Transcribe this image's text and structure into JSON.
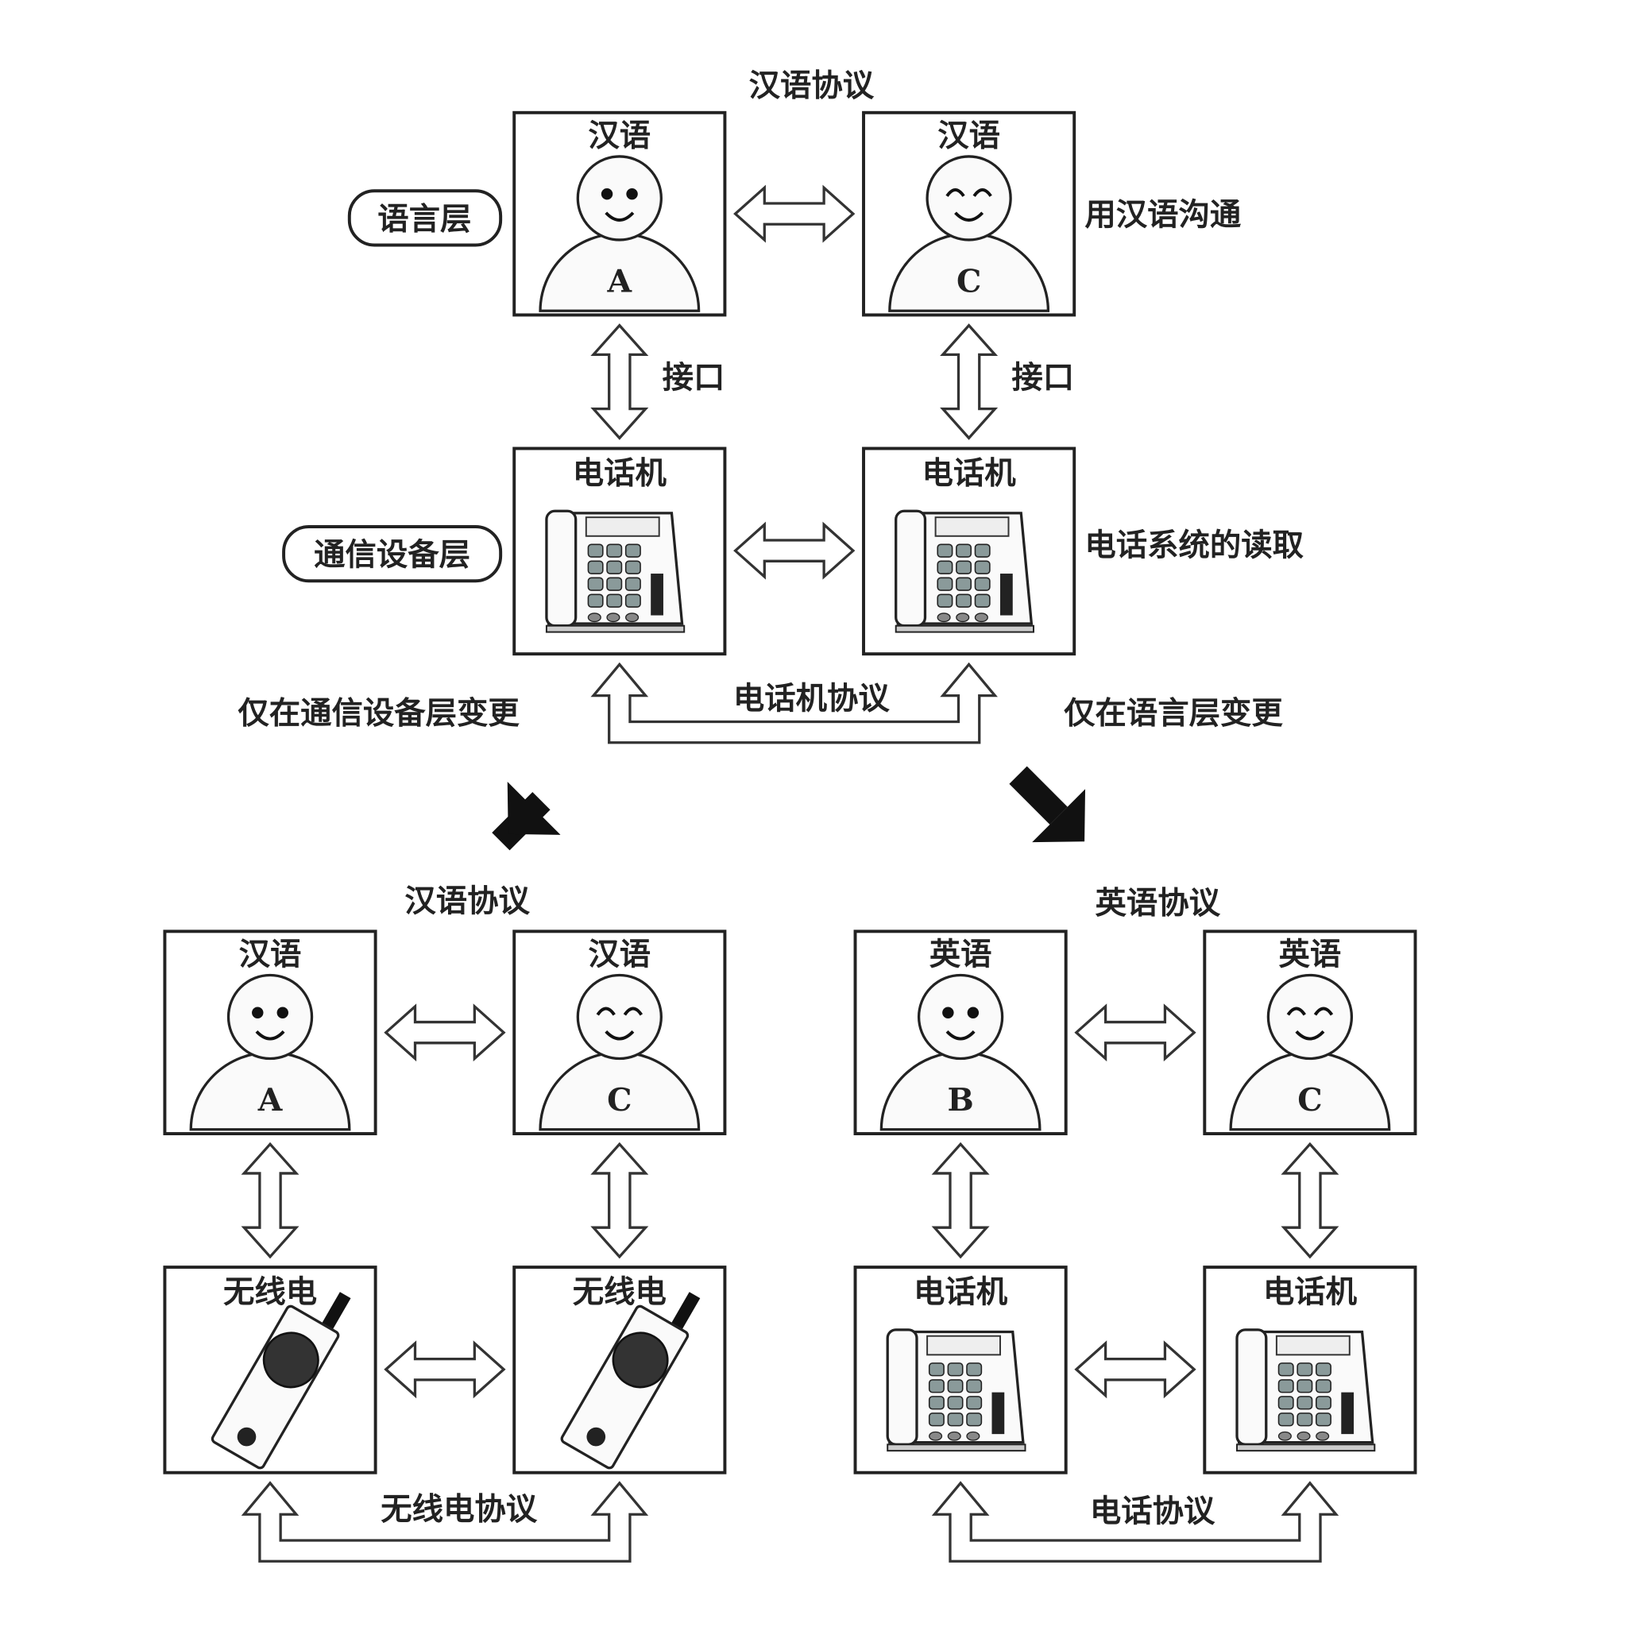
{
  "top": {
    "protocol_title": "汉语协议",
    "language_layer_label": "语言层",
    "device_layer_label": "通信设备层",
    "right_note_language": "用汉语沟通",
    "right_note_device": "电话系统的读取",
    "interface_labels": [
      "接口",
      "接口"
    ],
    "device_protocol": "电话机协议",
    "change_device_only": "仅在通信设备层变更",
    "change_language_only": "仅在语言层变更",
    "persons": [
      {
        "language": "汉语",
        "letter": "A",
        "eyes": "dots"
      },
      {
        "language": "汉语",
        "letter": "C",
        "eyes": "happy"
      }
    ],
    "devices": [
      {
        "label": "电话机",
        "type": "phone"
      },
      {
        "label": "电话机",
        "type": "phone"
      }
    ]
  },
  "bottom_left": {
    "protocol_title": "汉语协议",
    "device_protocol": "无线电协议",
    "persons": [
      {
        "language": "汉语",
        "letter": "A",
        "eyes": "dots"
      },
      {
        "language": "汉语",
        "letter": "C",
        "eyes": "happy"
      }
    ],
    "devices": [
      {
        "label": "无线电",
        "type": "radio"
      },
      {
        "label": "无线电",
        "type": "radio"
      }
    ]
  },
  "bottom_right": {
    "protocol_title": "英语协议",
    "device_protocol": "电话协议",
    "persons": [
      {
        "language": "英语",
        "letter": "B",
        "eyes": "dots"
      },
      {
        "language": "英语",
        "letter": "C",
        "eyes": "happy"
      }
    ],
    "devices": [
      {
        "label": "电话机",
        "type": "phone"
      },
      {
        "label": "电话机",
        "type": "phone"
      }
    ]
  }
}
